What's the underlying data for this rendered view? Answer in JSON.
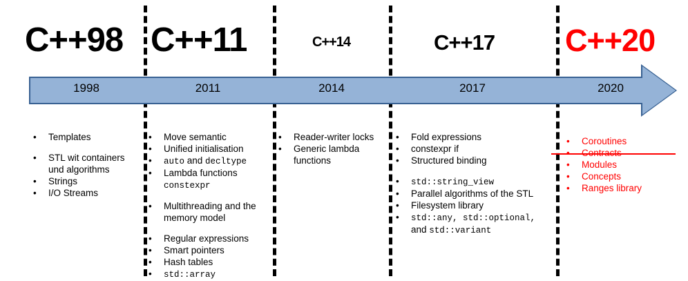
{
  "diagram": {
    "title": "C++ Standards Timeline",
    "colors": {
      "bar_fill": "#95b3d7",
      "bar_border": "#376092",
      "highlight": "#ff0000",
      "text": "#000000"
    }
  },
  "eras": [
    {
      "heading": "C++98",
      "year": "1998",
      "features": [
        {
          "bullet": true,
          "text": "Templates"
        },
        {
          "spacer": true
        },
        {
          "bullet": true,
          "text": "STL wit containers"
        },
        {
          "bullet": false,
          "text": "und algorithms"
        },
        {
          "bullet": true,
          "text": "Strings"
        },
        {
          "bullet": true,
          "text": "I/O Streams"
        }
      ]
    },
    {
      "heading": "C++11",
      "year": "2011",
      "features": [
        {
          "bullet": true,
          "text": "Move semantic"
        },
        {
          "bullet": true,
          "text": "Unified initialisation"
        },
        {
          "bullet": true,
          "text": "auto and decltype",
          "mono_parts": [
            "auto",
            "decltype"
          ]
        },
        {
          "bullet": true,
          "text": "Lambda functions"
        },
        {
          "bullet": false,
          "text": "constexpr",
          "mono": true
        },
        {
          "spacer": true
        },
        {
          "bullet": true,
          "text": "Multithreading and the"
        },
        {
          "bullet": false,
          "text": "memory model"
        },
        {
          "spacer": true
        },
        {
          "bullet": true,
          "text": "Regular expressions"
        },
        {
          "bullet": true,
          "text": "Smart pointers"
        },
        {
          "bullet": true,
          "text": "Hash tables"
        },
        {
          "bullet": true,
          "text": "std::array",
          "mono": true
        }
      ]
    },
    {
      "heading": "C++14",
      "year": "2014",
      "features": [
        {
          "bullet": true,
          "text": "Reader-writer locks"
        },
        {
          "bullet": true,
          "text": "Generic lambda"
        },
        {
          "bullet": false,
          "text": "functions"
        }
      ]
    },
    {
      "heading": "C++17",
      "year": "2017",
      "features": [
        {
          "bullet": true,
          "text": "Fold expressions"
        },
        {
          "bullet": true,
          "text": "constexpr if"
        },
        {
          "bullet": true,
          "text": "Structured binding"
        },
        {
          "spacer": true
        },
        {
          "bullet": true,
          "text": "std::string_view",
          "mono": true
        },
        {
          "bullet": true,
          "text": "Parallel algorithms of the STL"
        },
        {
          "bullet": true,
          "text": "Filesystem library"
        },
        {
          "bullet": true,
          "text": "std::any, std::optional,",
          "mono": true
        },
        {
          "bullet": false,
          "text": "and std::variant",
          "mono_parts": [
            "std::variant"
          ]
        }
      ]
    },
    {
      "heading": "C++20",
      "year": "2020",
      "highlighted": true,
      "features": [
        {
          "bullet": true,
          "text": "Coroutines"
        },
        {
          "bullet": true,
          "text": "Contracts",
          "strikethrough": true
        },
        {
          "bullet": true,
          "text": "Modules"
        },
        {
          "bullet": true,
          "text": "Concepts"
        },
        {
          "bullet": true,
          "text": "Ranges library"
        }
      ]
    }
  ],
  "bullet_glyph": "•"
}
